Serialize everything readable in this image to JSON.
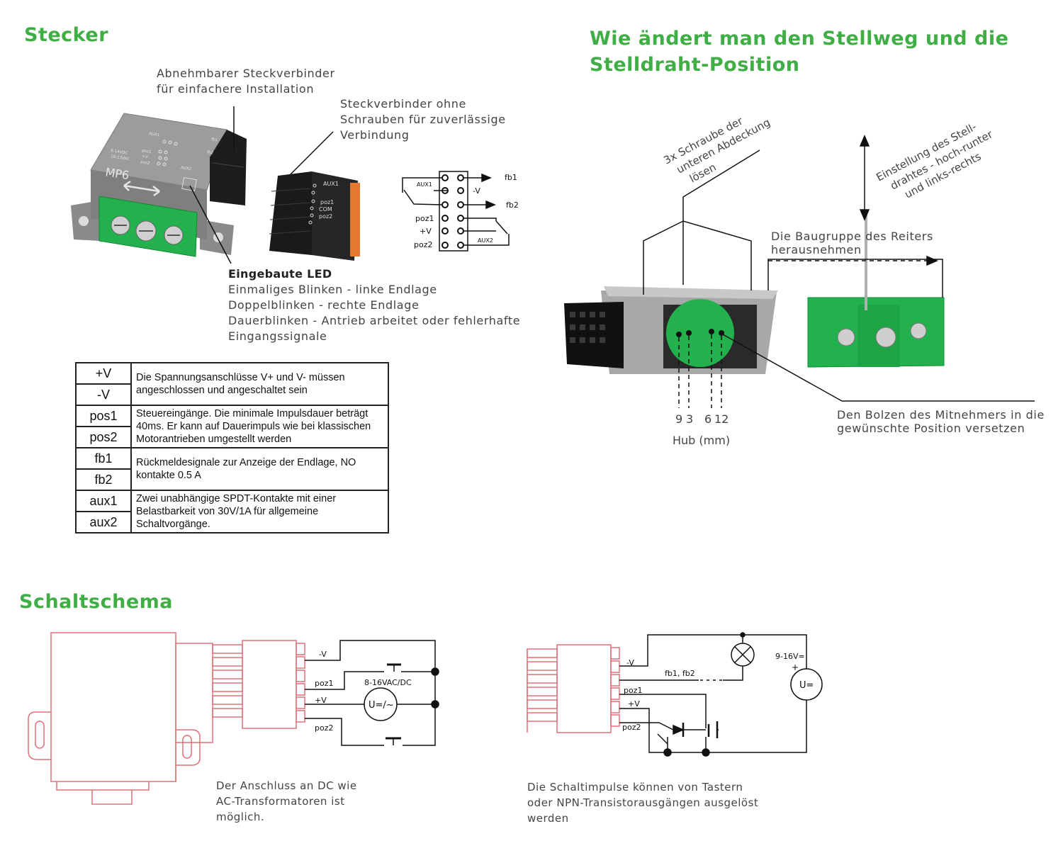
{
  "colors": {
    "heading": "#3fae45",
    "device_green": "#22b14c",
    "outline_red": "#e0707a",
    "line": "#111111"
  },
  "stecker": {
    "title": "Stecker",
    "callout_connector": [
      "Abnehmbarer Steckverbinder",
      "für einfachere Installation"
    ],
    "callout_screwless": [
      "Steckverbinder ohne",
      "Schrauben für zuverlässige",
      "Verbindung"
    ],
    "led_title": "Eingebaute LED",
    "led_lines": [
      "Einmaliges Blinken - linke Endlage",
      "Doppelblinken - rechte Endlage",
      "Dauerblinken - Antrieb arbeitet oder fehlerhafte",
      "Eingangssignale"
    ],
    "device_label": "MP6",
    "device_small": [
      "AUX1",
      "poz1",
      "+V",
      "poz2",
      "8-14VDC",
      "10-13VAC",
      "AUX2",
      "fb1",
      "fb2"
    ],
    "plug_labels": [
      "AUX1",
      "poz1",
      "COM",
      "poz2"
    ]
  },
  "pinout": {
    "aux1": "AUX1",
    "aux2": "AUX2",
    "fb1": "fb1",
    "fb2": "fb2",
    "minus_v": "-V",
    "poz1": "poz1",
    "plus_v": "+V",
    "poz2": "poz2"
  },
  "table": {
    "rows": [
      {
        "keys": [
          "+V",
          "-V"
        ],
        "desc": "Die Spannungsanschlüsse V+ und V- müssen angeschlossen und angeschaltet sein"
      },
      {
        "keys": [
          "pos1",
          "pos2"
        ],
        "desc": "Steuereingänge. Die minimale Impulsdauer beträgt 40ms. Er kann auf Dauerimpuls wie bei klassischen Motorantrieben umgestellt werden"
      },
      {
        "keys": [
          "fb1",
          "fb2"
        ],
        "desc": "Rückmeldesignale zur Anzeige der Endlage, NO kontakte 0.5 A"
      },
      {
        "keys": [
          "aux1",
          "aux2"
        ],
        "desc": "Zwei unabhängige SPDT-Kontakte mit einer Belastbarkeit von 30V/1A für allgemeine Schaltvorgänge."
      }
    ]
  },
  "stellweg": {
    "title_lines": [
      "Wie ändert man den Stellweg und die",
      "Stelldraht-Position"
    ],
    "screws": [
      "3x Schraube der",
      "unteren Abdeckung",
      "lösen"
    ],
    "wire_adjust": [
      "Einstellung des Stell-",
      "drahtes - hoch-runter",
      "und links-rechts"
    ],
    "remove": [
      "Die Baugruppe des Reiters",
      "herausnehmen"
    ],
    "bolt": [
      "Den Bolzen des Mitnehmers in die",
      "gewünschte Position versetzen"
    ],
    "hub_values": [
      "9",
      "3",
      "6",
      "12"
    ],
    "hub_label": "Hub (mm)"
  },
  "schaltschema": {
    "title": "Schaltschema",
    "left": {
      "labels": {
        "minus_v": "-V",
        "poz1": "poz1",
        "plus_v": "+V",
        "poz2": "poz2",
        "supply": "8-16VAC/DC",
        "source": "U=/~"
      },
      "caption": [
        "Der Anschluss an DC wie",
        "AC-Transformatoren ist",
        "möglich."
      ]
    },
    "right": {
      "labels": {
        "minus_v": "-V",
        "fb": "fb1, fb2",
        "poz1": "poz1",
        "plus_v": "+V",
        "poz2": "poz2",
        "supply": "9-16V=",
        "plus": "+",
        "source": "U="
      },
      "caption": [
        "Die Schaltimpulse können von Tastern",
        "oder NPN-Transistorausgängen ausgelöst",
        "werden"
      ]
    }
  }
}
